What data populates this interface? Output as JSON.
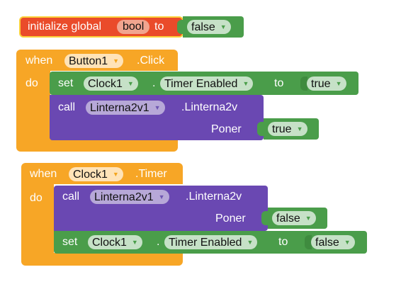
{
  "init_block": {
    "keyword_initialize": "initialize global",
    "var_name": "bool",
    "keyword_to": "to",
    "value": "false"
  },
  "button_event": {
    "keyword_when": "when",
    "component": "Button1",
    "event": ".Click",
    "keyword_do": "do",
    "set_block": {
      "keyword_set": "set",
      "component": "Clock1",
      "dot": ".",
      "property": "Timer Enabled",
      "keyword_to": "to",
      "value": "true"
    },
    "call_block": {
      "keyword_call": "call",
      "component": "Linterna2v1",
      "method": ".Linterna2v",
      "param_label": "Poner",
      "param_value": "true"
    }
  },
  "timer_event": {
    "keyword_when": "when",
    "component": "Clock1",
    "event": ".Timer",
    "keyword_do": "do",
    "call_block": {
      "keyword_call": "call",
      "component": "Linterna2v1",
      "method": ".Linterna2v",
      "param_label": "Poner",
      "param_value": "false"
    },
    "set_block": {
      "keyword_set": "set",
      "component": "Clock1",
      "dot": ".",
      "property": "Timer Enabled",
      "keyword_to": "to",
      "value": "false"
    }
  },
  "icons": {
    "dropdown": "triangle-down-icon"
  },
  "colors": {
    "event_orange": "#f7a626",
    "logic_green": "#4a9d4a",
    "component_purple": "#6a48b2",
    "variable_red": "#ea4b2a",
    "highlight_yellow": "#fbd03a"
  }
}
